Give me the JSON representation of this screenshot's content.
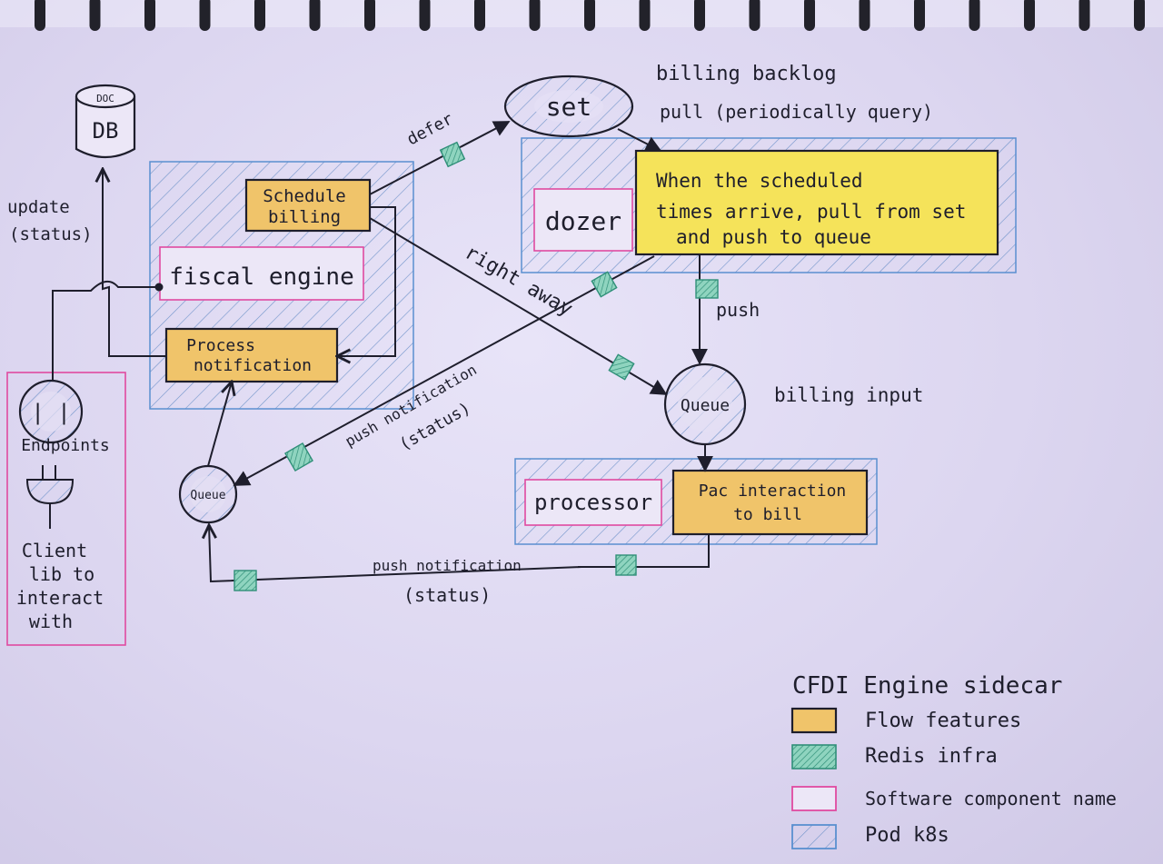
{
  "diagram": {
    "pods": {
      "fiscal_engine": "fiscal engine",
      "dozer": "dozer",
      "processor": "processor"
    },
    "flow_boxes": {
      "schedule_billing": [
        "Schedule",
        "billing"
      ],
      "process_notification": [
        "Process",
        "notification"
      ],
      "dozer_task": [
        "When the scheduled",
        "times arrive, pull from set",
        "and push to queue"
      ],
      "pac_interaction": [
        "Pac interaction",
        "to bill"
      ]
    },
    "nodes": {
      "db_top": "DOC",
      "db_main": "DB",
      "set": "set",
      "queue_billing": "Queue",
      "queue_notify": "Queue",
      "endpoints_symbol": "| |",
      "endpoints": "Endpoints"
    },
    "labels": {
      "billing_backlog": "billing backlog",
      "pull": "pull (periodically query)",
      "defer": "defer",
      "right_away": "right away",
      "push": "push",
      "billing_input": "billing input",
      "update": "update",
      "update_status": "(status)",
      "push_notification_1": "push notification",
      "push_notification_1_status": "(status)",
      "push_notification_2": "push notification",
      "push_notification_2_status": "(status)",
      "client_lib": [
        "Client",
        "lib to",
        "interact",
        "with"
      ]
    },
    "legend": {
      "title": "CFDI Engine sidecar",
      "items": [
        {
          "label": "Flow features",
          "kind": "flow"
        },
        {
          "label": "Redis infra",
          "kind": "redis"
        },
        {
          "label": "Software component name",
          "kind": "component"
        },
        {
          "label": "Pod k8s",
          "kind": "pod"
        }
      ]
    },
    "colors": {
      "paper": "#dcd6f0",
      "flow_fill": "#f0c46a",
      "highlight_fill": "#f5e35a",
      "redis": "#5fb8a0",
      "component_border": "#e04aa0",
      "pod_border": "#5a8fd0",
      "ink": "#1e1e2c"
    }
  }
}
